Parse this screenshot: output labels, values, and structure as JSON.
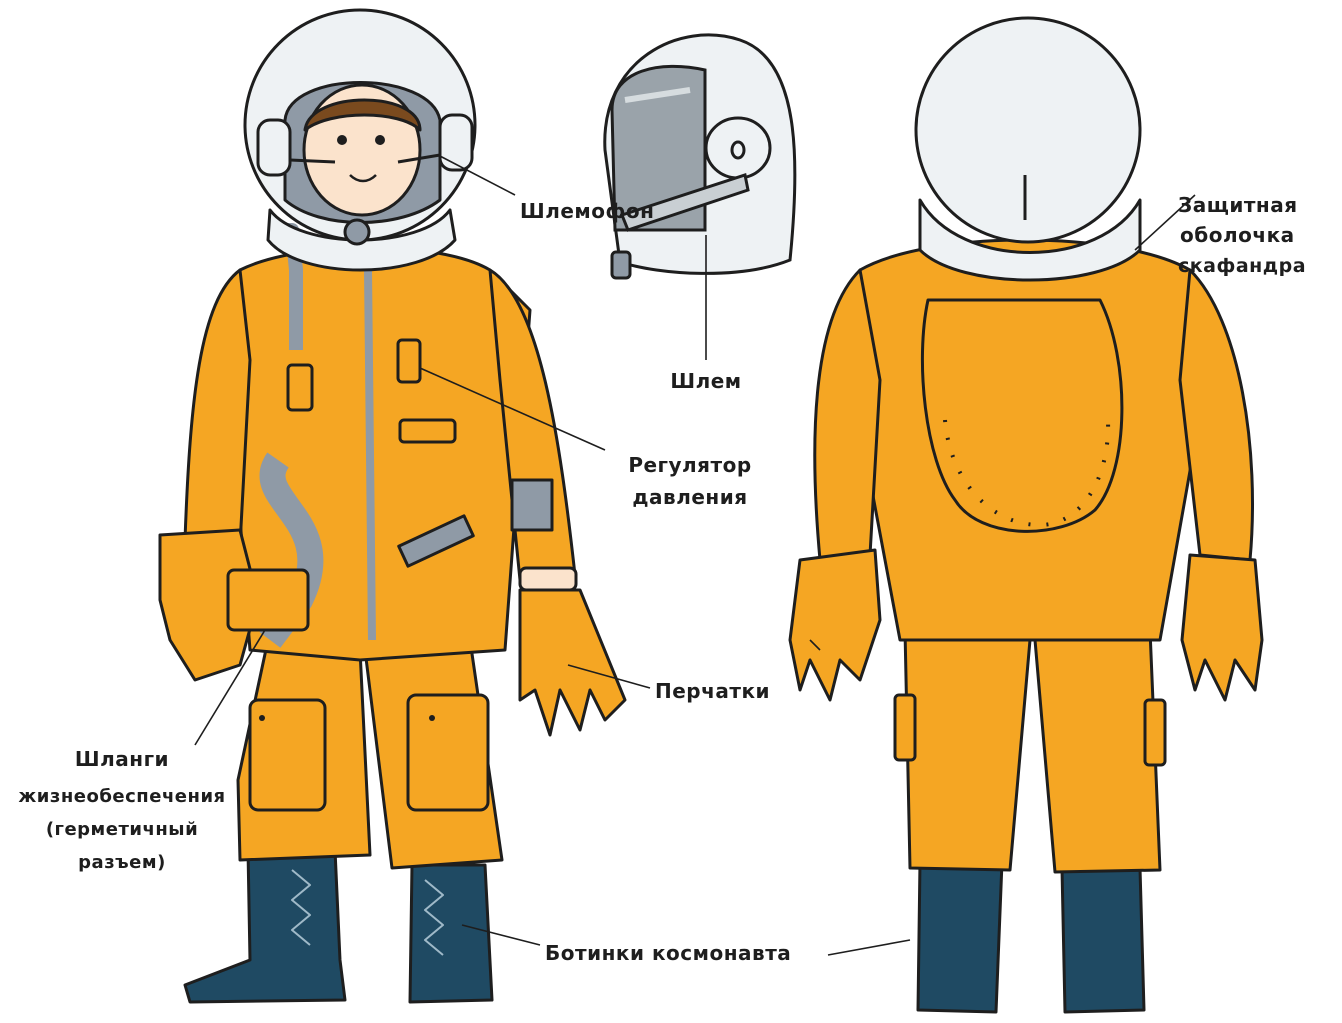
{
  "labels": {
    "headset": "Шлемофон",
    "helmet": "Шлем",
    "shell_line1": "Защитная",
    "shell_line2": "оболочка",
    "shell_line3": "скафандра",
    "regulator_line1": "Регулятор",
    "regulator_line2": "давления",
    "gloves": "Перчатки",
    "hoses_line1": "Шланги",
    "hoses_line2": "жизнеобеспечения",
    "hoses_line3": "(герметичный",
    "hoses_line4": "разъем)",
    "boots": "Ботинки космонавта"
  },
  "colors": {
    "suit": "#f5a623",
    "outline": "#1e1e1e",
    "helmet": "#eef2f4",
    "visor": "#9aa3aa",
    "boots": "#1f4a63",
    "hose": "#8f9aa6",
    "skin": "#fbe3cc"
  }
}
